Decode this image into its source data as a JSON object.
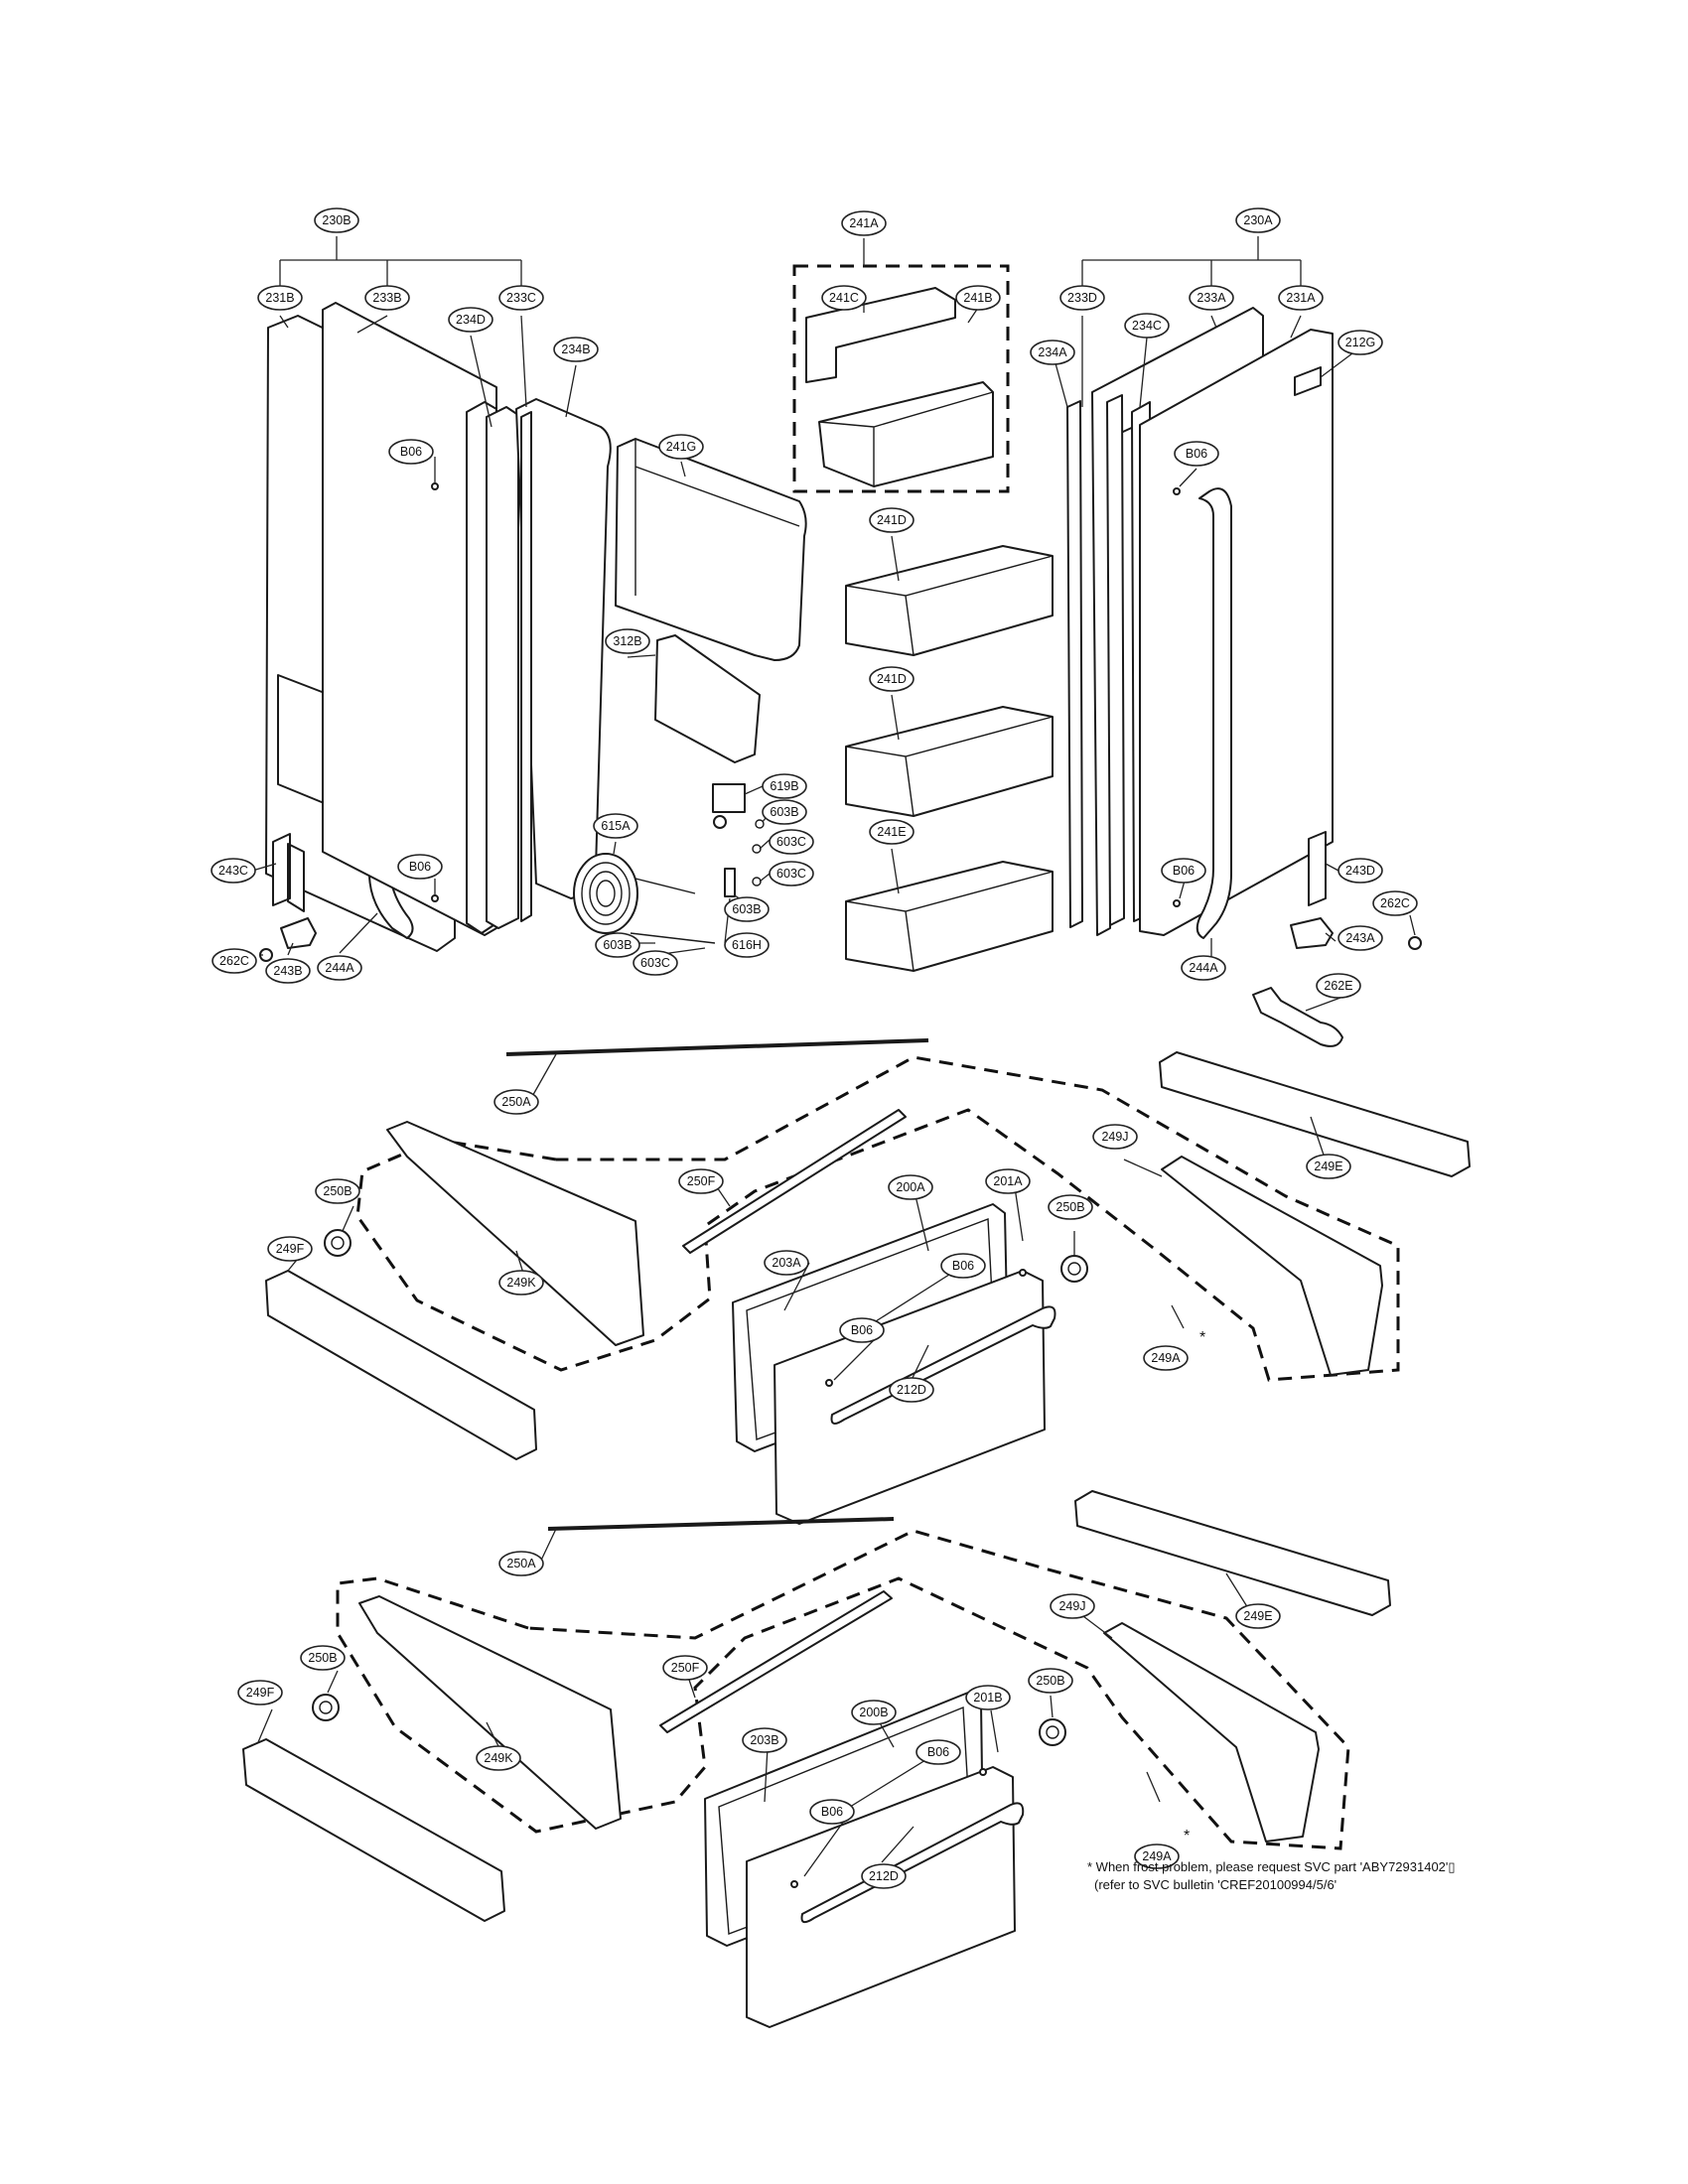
{
  "callouts": {
    "c230B": "230B",
    "c231B": "231B",
    "c233B": "233B",
    "c233C": "233C",
    "c234D": "234D",
    "c234B": "234B",
    "c241A": "241A",
    "c241C": "241C",
    "c241B": "241B",
    "c241G": "241G",
    "c312B": "312B",
    "c241D_1": "241D",
    "c241D_2": "241D",
    "c241E": "241E",
    "c619B": "619B",
    "c603B_1": "603B",
    "c603C_1": "603C",
    "c603C_2": "603C",
    "c603B_2": "603B",
    "c615A": "615A",
    "c603B_3": "603B",
    "c603C_3": "603C",
    "c616H": "616H",
    "c230A": "230A",
    "c233D": "233D",
    "c233A": "233A",
    "c231A": "231A",
    "c234C": "234C",
    "c234A": "234A",
    "c212G": "212G",
    "cB06_L1": "B06",
    "cB06_L2": "B06",
    "cB06_R1": "B06",
    "cB06_R2": "B06",
    "c243C": "243C",
    "c262C_L": "262C",
    "c243B": "243B",
    "c244A_L": "244A",
    "c243D": "243D",
    "c262C_R": "262C",
    "c243A": "243A",
    "c244A_R": "244A",
    "c262E": "262E",
    "c250A_1": "250A",
    "c249E_1": "249E",
    "c249J_1": "249J",
    "c250F_1": "250F",
    "c250B_1a": "250B",
    "c250B_1b": "250B",
    "c249F_1": "249F",
    "c249K_1": "249K",
    "c200A": "200A",
    "c201A": "201A",
    "c203A": "203A",
    "cB06_D1a": "B06",
    "cB06_D1b": "B06",
    "c212D_1": "212D",
    "c249A_1": "249A",
    "c250A_2": "250A",
    "c249E_2": "249E",
    "c249J_2": "249J",
    "c250F_2": "250F",
    "c250B_2a": "250B",
    "c250B_2b": "250B",
    "c249F_2": "249F",
    "c249K_2": "249K",
    "c200B": "200B",
    "c201B": "201B",
    "c203B": "203B",
    "cB06_D2a": "B06",
    "cB06_D2b": "B06",
    "c212D_2": "212D",
    "c249A_2": "249A"
  },
  "star_mark": "*",
  "note": {
    "line1": "* When frost problem, please request SVC part 'ABY72931402'▯",
    "line2": "(refer to SVC bulletin 'CREF20100994/5/6'"
  }
}
